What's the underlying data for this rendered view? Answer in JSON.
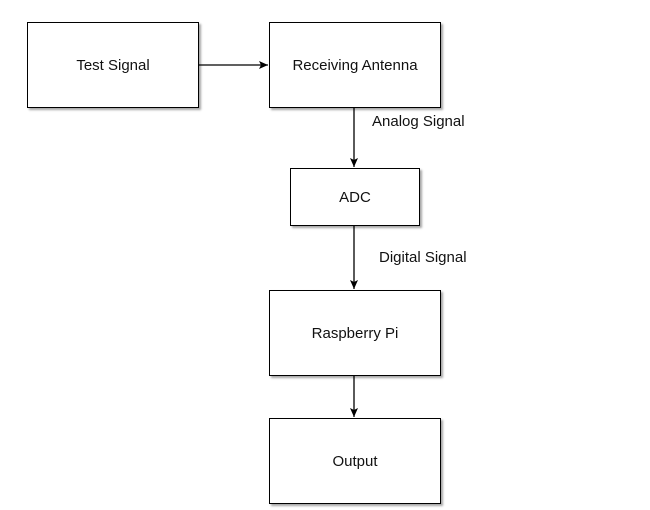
{
  "diagram": {
    "nodes": {
      "test_signal": "Test Signal",
      "receiving_antenna": "Receiving Antenna",
      "adc": "ADC",
      "raspberry_pi": "Raspberry Pi",
      "output": "Output"
    },
    "edge_labels": {
      "analog": "Analog Signal",
      "digital": "Digital Signal"
    },
    "edges": [
      {
        "from": "test_signal",
        "to": "receiving_antenna"
      },
      {
        "from": "receiving_antenna",
        "to": "adc",
        "label": "analog"
      },
      {
        "from": "adc",
        "to": "raspberry_pi",
        "label": "digital"
      },
      {
        "from": "raspberry_pi",
        "to": "output"
      }
    ],
    "colors": {
      "stroke": "#000000",
      "fill": "#ffffff",
      "text": "#111111"
    }
  }
}
